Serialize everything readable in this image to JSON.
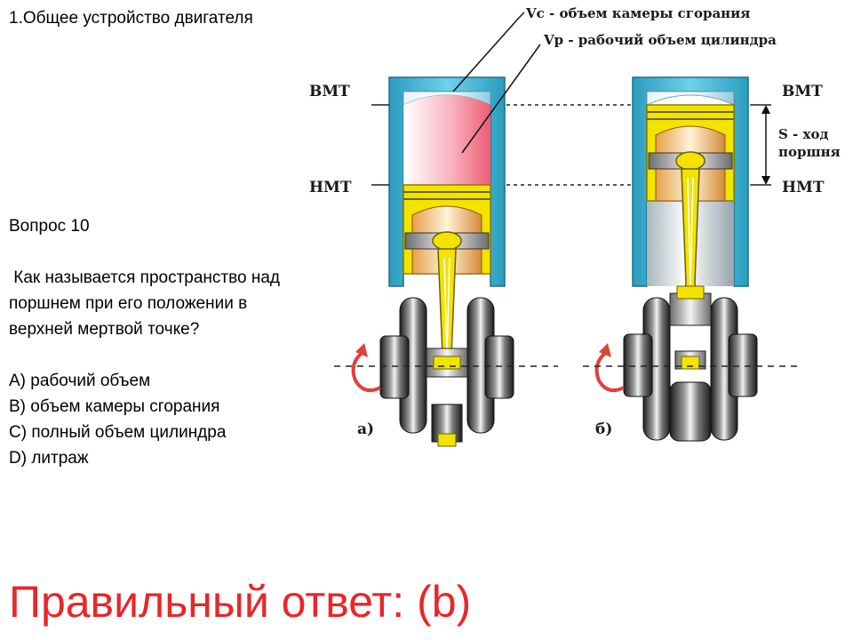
{
  "slide": {
    "title": "1.Общее устройство двигателя"
  },
  "question": {
    "number": "Вопрос 10",
    "text": " Как называется пространство над поршнем при его положении в верхней мертвой точке?",
    "options": [
      "A) рабочий объем",
      "B) объем камеры сгорания",
      "C) полный объем цилиндра",
      "D) литраж"
    ]
  },
  "answer": {
    "text": "Правильный ответ: (b)",
    "color": "#e8262a"
  },
  "diagram": {
    "labels": {
      "vc": "Vc  -  объем камеры сгорания",
      "vp": "Vp  -  рабочий объем цилиндра",
      "vmt_left": "ВМТ",
      "nmt_left": "НМТ",
      "vmt_right": "ВМТ",
      "nmt_right": "НМТ",
      "stroke_line1": "S  -  ход",
      "stroke_line2": "поршня",
      "fig_a": "а)",
      "fig_b": "б)"
    },
    "colors": {
      "cylinder": "#3cb4d2",
      "piston": "#f5e600",
      "combustion_chamber": "#b4dde8",
      "working_volume": "#f26b7d",
      "crank_dark": "#3a3a3a",
      "rotation_arrow": "#e0413a"
    }
  }
}
